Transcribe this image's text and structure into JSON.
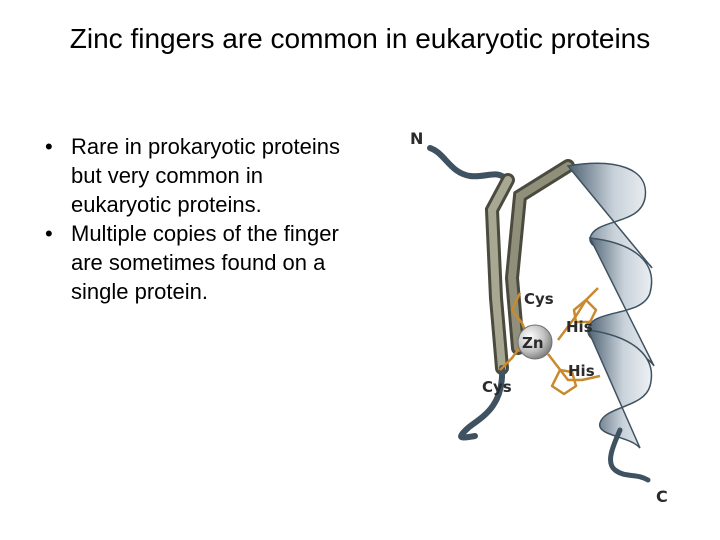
{
  "slide": {
    "title": "Zinc fingers are common in eukaryotic proteins",
    "bullets": [
      "Rare in prokaryotic proteins but very common in eukaryotic proteins.",
      "Multiple copies of the finger are sometimes found on a single protein."
    ]
  },
  "figure": {
    "labels": {
      "n_terminus": "N",
      "c_terminus": "C",
      "cys_top": "Cys",
      "cys_bottom": "Cys",
      "his_top": "His",
      "his_bottom": "His",
      "zinc": "Zn"
    },
    "colors": {
      "helix": "#6f8494",
      "helix_light": "#dfe4e9",
      "sheet": "#a7a792",
      "sheet_dark": "#4a4a3e",
      "coil": "#3f5262",
      "ligand_bonds": "#c98a2e",
      "zinc_ion": "#9a9a9a"
    }
  }
}
